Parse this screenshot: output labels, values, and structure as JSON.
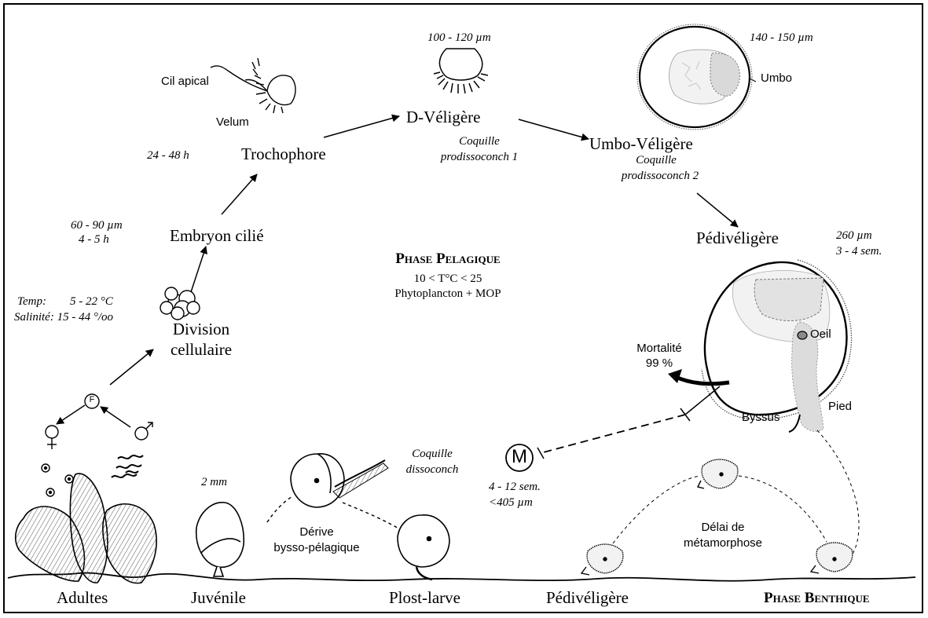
{
  "stages": {
    "cil_apical": "Cil apical",
    "velum": "Velum",
    "trochophore": "Trochophore",
    "trochophore_time": "24 - 48 h",
    "d_veligere": "D-Véligère",
    "d_size": "100 - 120 µm",
    "d_shell": [
      "Coquille",
      "prodissoconch 1"
    ],
    "umbo_veligere": "Umbo-Véligère",
    "umbo_size": "140 - 150 µm",
    "umbo": "Umbo",
    "umbo_shell": [
      "Coquille",
      "prodissoconch 2"
    ],
    "pedi": "Pédivéligère",
    "pedi_size": "260  µm",
    "pedi_time": "3 - 4 sem.",
    "oeil": "Oeil",
    "byssus": "Byssus",
    "pied": "Pied",
    "embryon": "Embryon cilié",
    "embryon_size": "60 - 90 µm",
    "embryon_time": "4 - 5 h",
    "division": [
      "Division",
      "cellulaire"
    ],
    "temp": "Temp:        5 - 22 °C",
    "salinite": "Salinité: 15 - 44 °/oo",
    "mortalite": [
      "Mortalité",
      "99 %"
    ],
    "m_time": "4 - 12 sem.",
    "m_size": "<405  µm",
    "fecondation": "F",
    "metamorphose_letter": "M"
  },
  "phases": {
    "pelagique_title": "Phase Pelagique",
    "pelagique_temp": "10 < T°C < 25",
    "pelagique_food": "Phytoplancton + MOP",
    "benthique_title": "Phase Benthique"
  },
  "benthic": {
    "adultes": "Adultes",
    "juvenile": "Juvénile",
    "juvenile_size": "2 mm",
    "derive": [
      "Dérive",
      "bysso-pélagique"
    ],
    "dissoconch": [
      "Coquille",
      "dissoconch"
    ],
    "post_larve": "Plost-larve",
    "pedi_benthic": "Pédivéligère",
    "delai": [
      "Délai de",
      "métamorphose"
    ]
  },
  "colors": {
    "ink": "#000000",
    "shell_fill": "#e8e8e8",
    "tissue_fill": "#d9d9d9",
    "eye_fill": "#8a8a8a"
  }
}
